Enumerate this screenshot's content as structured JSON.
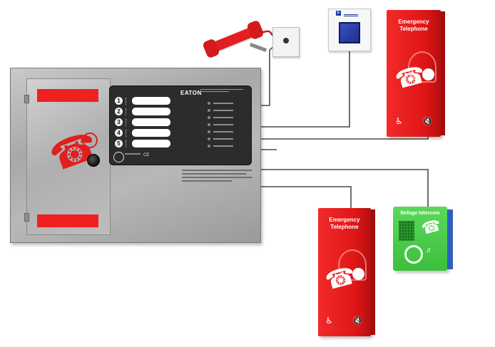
{
  "panel": {
    "brand": "EATON",
    "zones": [
      "1",
      "2",
      "3",
      "4",
      "5"
    ]
  },
  "cabinet_top": {
    "title_line1": "Emergency",
    "title_line2": "Telephone"
  },
  "cabinet_bottom": {
    "title_line1": "Emergency",
    "title_line2": "Telephone"
  },
  "refuge": {
    "title": "Refuge Intercom"
  },
  "icons": {
    "phone": "☎",
    "hand": "☝",
    "wheelchair": "♿",
    "hearing": "🔇",
    "ear": "♬"
  },
  "colors": {
    "emergency_red": "#e01616",
    "refuge_green": "#3cbf3c",
    "assist_blue": "#1b2b86",
    "faceplate": "#2c2c2c"
  }
}
